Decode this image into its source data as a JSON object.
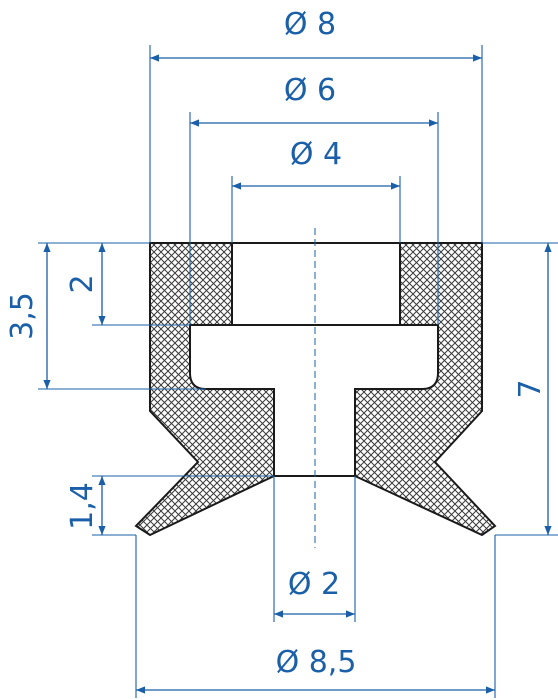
{
  "drawing": {
    "dimensions": {
      "outer_diameter": "Ø 8",
      "middle_diameter": "Ø 6",
      "inner_diameter": "Ø 4",
      "hole_diameter": "Ø 2",
      "lip_diameter": "Ø 8,5",
      "total_height": "7",
      "chamber_height": "3,5",
      "top_height": "2",
      "lip_height": "1,4"
    },
    "colors": {
      "dimension": "#1a5fa8",
      "outline": "#1a1a1a",
      "hatch": "#3a3a3a"
    }
  }
}
